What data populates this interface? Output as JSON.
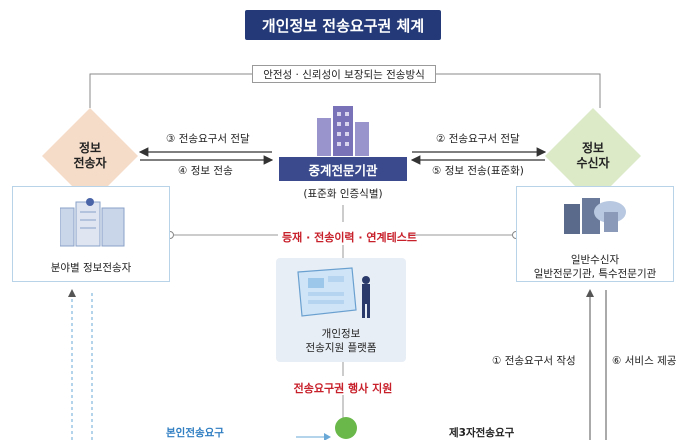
{
  "title": "개인정보 전송요구권 체계",
  "safety_label": "안전성 · 신뢰성이 보장되는 전송방식",
  "sender": {
    "label_line1": "정보",
    "label_line2": "전송자",
    "box_label": "분야별 정보전송자"
  },
  "receiver": {
    "label_line1": "정보",
    "label_line2": "수신자",
    "box_line1": "일반수신자",
    "box_line2": "일반전문기관, 특수전문기관"
  },
  "arrows": {
    "a3": "③ 전송요구서 전달",
    "a4": "④ 정보 전송",
    "a2": "② 전송요구서 전달",
    "a5": "⑤ 정보 전송(표준화)",
    "a1": "① 전송요구서 작성",
    "a6": "⑥ 서비스 제공"
  },
  "hub": {
    "name": "중계전문기관",
    "sub": "(표준화 인증식별)"
  },
  "middle_text": "등재 · 전송이력 · 연계테스트",
  "platform": {
    "line1": "개인정보",
    "line2": "전송지원 플랫폼"
  },
  "support_text": "전송요구권 행사 지원",
  "bottom": {
    "left": "본인전송요구",
    "right": "제3자전송요구"
  },
  "colors": {
    "title_bg": "#243a78",
    "hub_bg": "#3a4a8c",
    "sender_diamond": "#f5dcc8",
    "receiver_diamond": "#ddeac8",
    "red": "#c8202b",
    "building": "#7a72b8"
  }
}
